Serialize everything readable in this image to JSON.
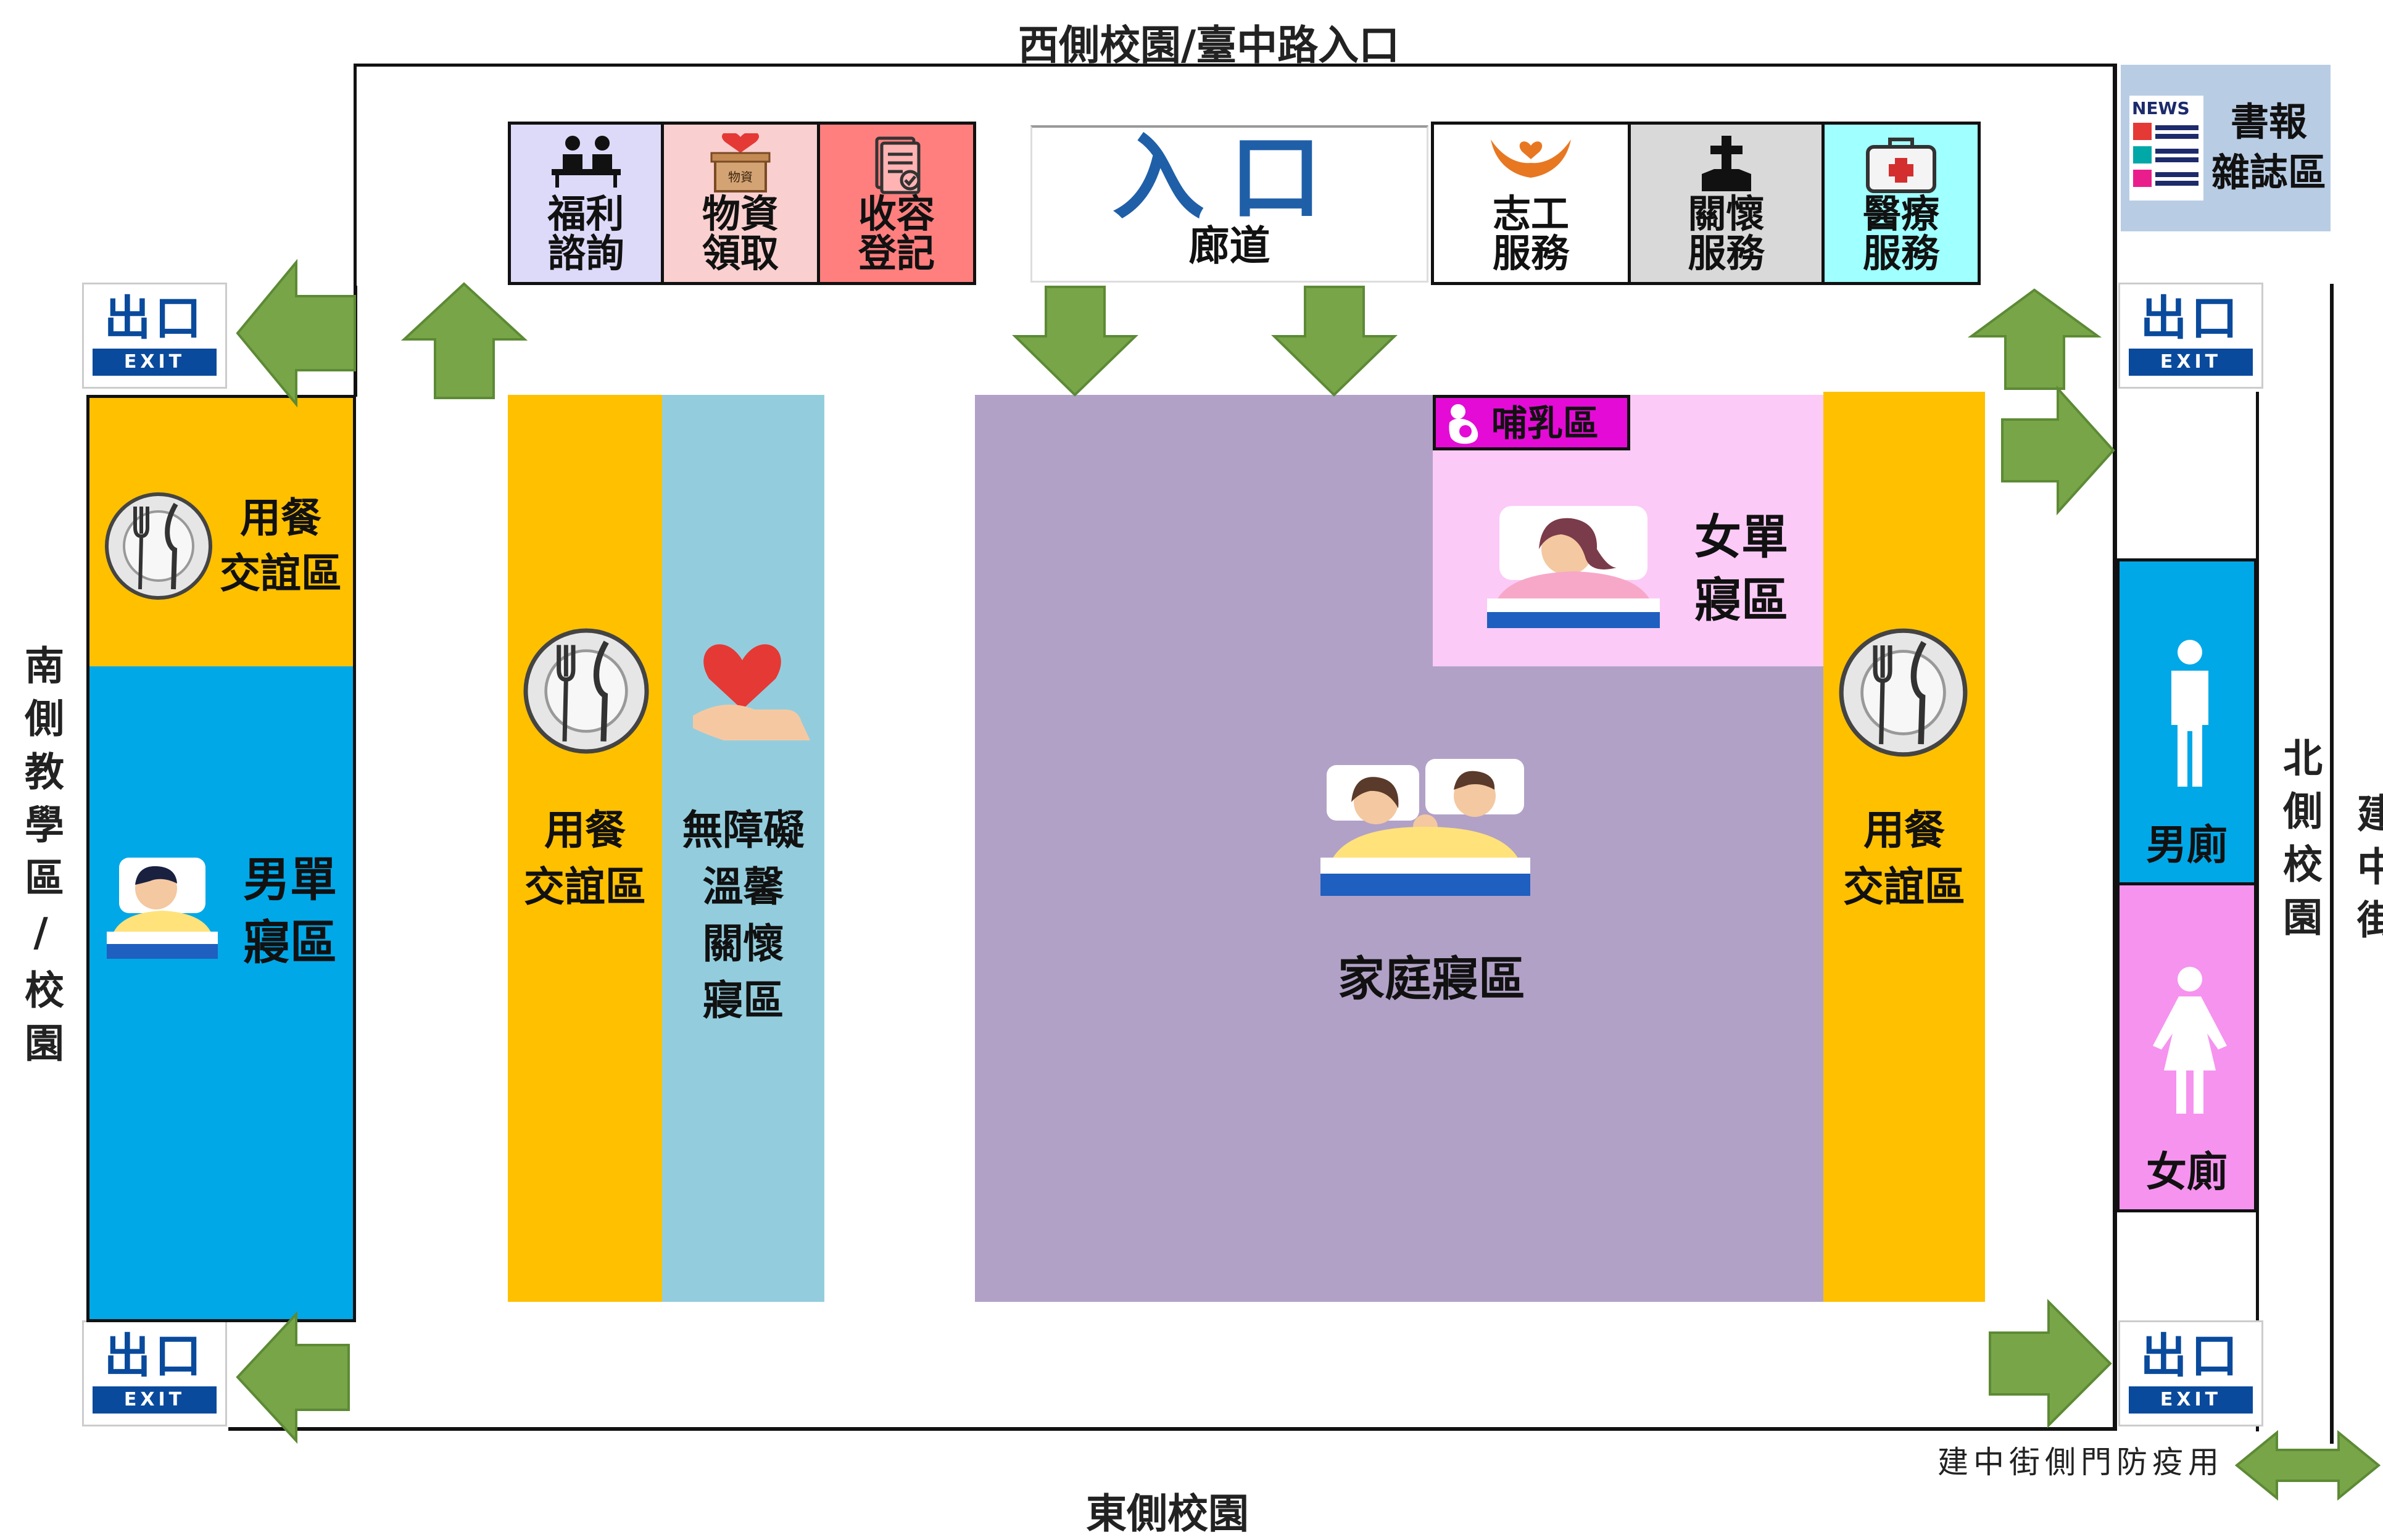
{
  "compass": {
    "west": "西側校園/臺中路入口",
    "east": "東側校園",
    "south": "南側教學區/校園",
    "north": "北側校園",
    "jianzhong": "建中街",
    "side_gate": "建中街側門防疫用"
  },
  "services": [
    {
      "label": "福利\n諮詢",
      "icon": "counter-staff-icon"
    },
    {
      "label": "物資\n領取",
      "icon": "supply-box-icon",
      "badge": "物資"
    },
    {
      "label": "收容\n登記",
      "icon": "clipboard-icon"
    },
    {
      "label": "志工\n服務",
      "icon": "helping-hands-icon"
    },
    {
      "label": "關懷\n服務",
      "icon": "cross-icon"
    },
    {
      "label": "醫療\n服務",
      "icon": "medical-kit-icon"
    }
  ],
  "entrance": {
    "title": "入口",
    "corridor": "廊道"
  },
  "news": {
    "badge": "NEWS",
    "label": "書報\n雜誌區"
  },
  "exit": {
    "top": "出口",
    "bottom": "EXIT"
  },
  "zones": {
    "dining_south": "用餐\n交誼區",
    "male_single": "男單\n寢區",
    "dining_middle": "用餐\n交誼區",
    "accessible": "無障礙\n溫馨\n關懷\n寢區",
    "nursing": "哺乳區",
    "female_single": "女單\n寢區",
    "family": "家庭寢區",
    "dining_north": "用餐\n交誼區",
    "male_toilet": "男廁",
    "female_toilet": "女廁"
  },
  "colors": {
    "yellow": "#FFC000",
    "blue": "#00A8E8",
    "light_blue": "#93CDDD",
    "purple": "#B1A1C7",
    "pink_light": "#FBCAF7",
    "pink": "#F593EF",
    "magenta": "#E40BD6",
    "arrow_green": "#77A548",
    "exit_blue": "#0A4A9C"
  }
}
